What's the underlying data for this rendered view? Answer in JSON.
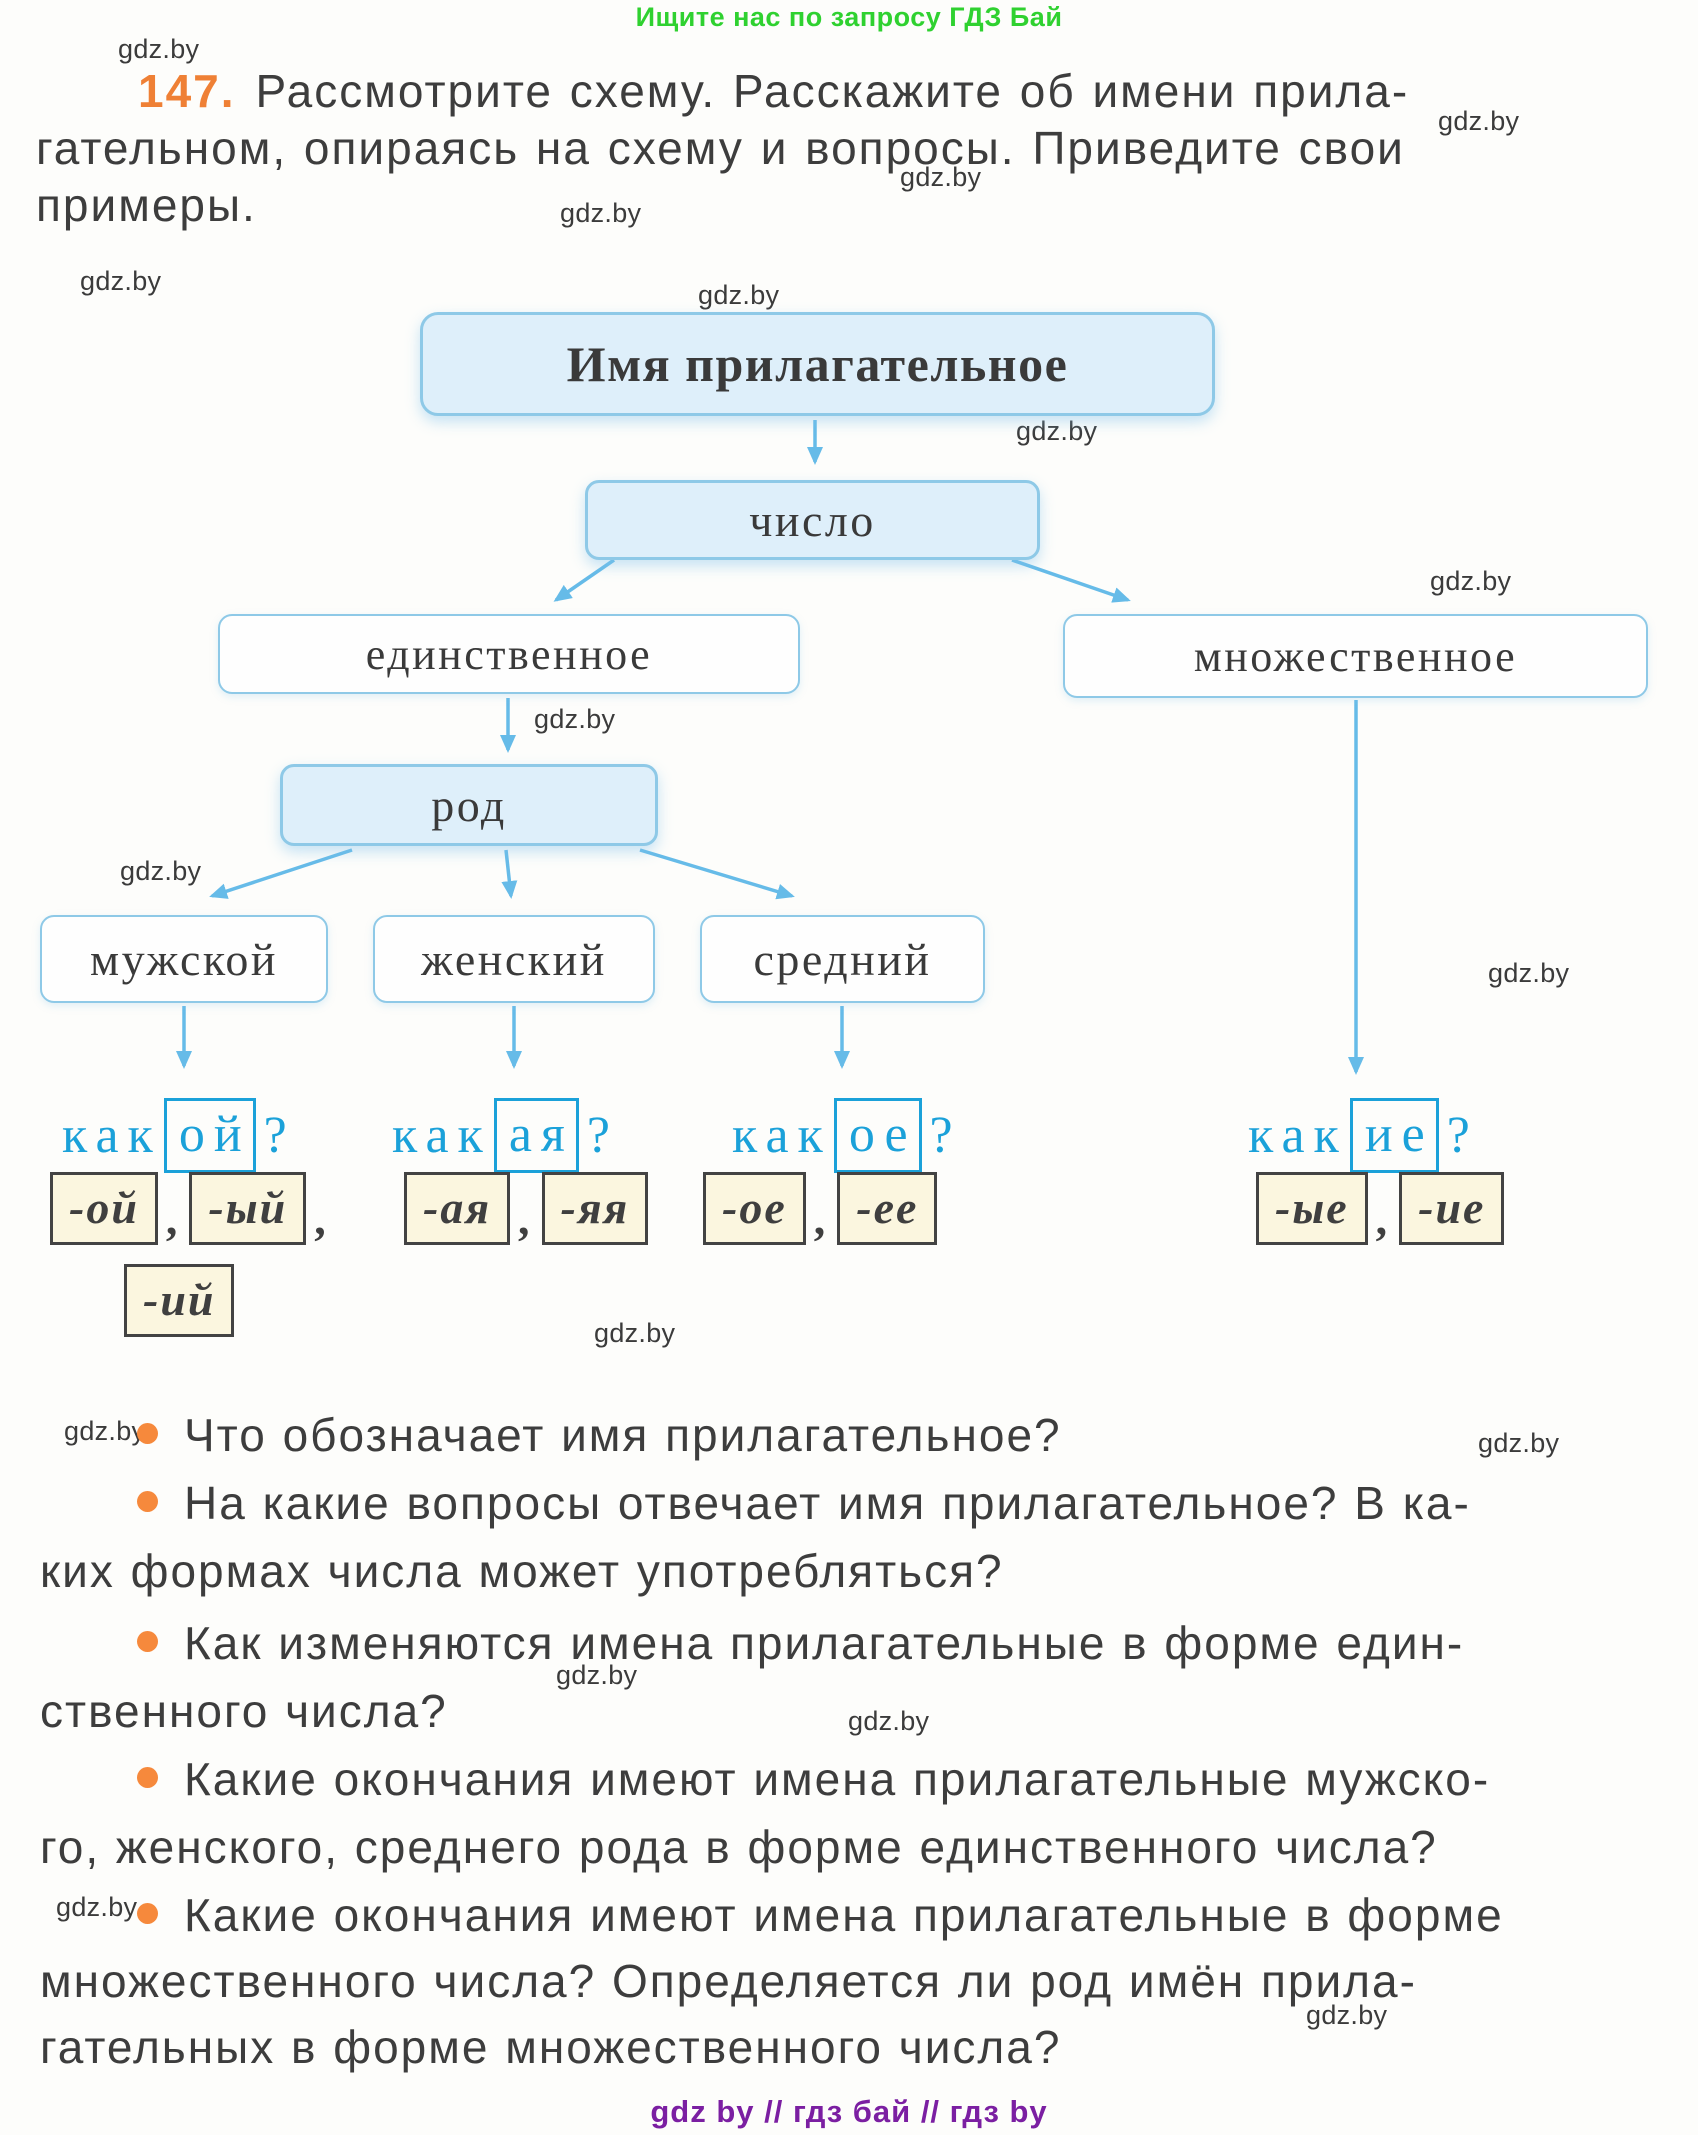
{
  "promo_header": {
    "text": "Ищите нас по запросу ГДЗ Бай",
    "color": "#2fd130"
  },
  "watermark": {
    "text": "gdz.by"
  },
  "exercise": {
    "number": "147.",
    "number_color": "#ef8035",
    "line1": "Рассмотрите схему. Расскажите об имени прила-",
    "line2": "гательном, опираясь на схему и вопросы. Приведите свои",
    "line3": "примеры."
  },
  "diagram": {
    "root": "Имя прилагательное",
    "number": "число",
    "singular": "единственное",
    "plural": "множественное",
    "gender": "род",
    "masculine": "мужской",
    "feminine": "женский",
    "neuter": "средний",
    "questions": {
      "masc": {
        "stem": "как",
        "ending": "ой",
        "qmark": "?"
      },
      "fem": {
        "stem": "как",
        "ending": "ая",
        "qmark": "?"
      },
      "neut": {
        "stem": "как",
        "ending": "ое",
        "qmark": "?"
      },
      "plur": {
        "stem": "как",
        "ending": "ие",
        "qmark": "?"
      }
    },
    "endings": {
      "comma": ",",
      "m1": "-ой",
      "m2": "-ый",
      "m3": "-ий",
      "f1": "-ая",
      "f2": "-яя",
      "n1": "-ое",
      "n2": "-ее",
      "p1": "-ые",
      "p2": "-ие"
    },
    "accent_blue": "#1ba1d9",
    "node_fill": "#deeffa",
    "node_border": "#8ec9e7",
    "ending_box_fill": "#fbf6df"
  },
  "questions_list": {
    "bullet_color": "#f6893c",
    "q1_l1": "Что обозначает имя прилагательное?",
    "q2_l1": "На какие вопросы отвечает имя прилагательное? В ка-",
    "q2_l2": "ких формах числа может употребляться?",
    "q3_l1": "Как изменяются имена прилагательные в форме един-",
    "q3_l2": "ственного числа?",
    "q4_l1": "Какие окончания имеют имена прилагательные мужско-",
    "q4_l2": "го, женского, среднего рода в форме единственного числа?",
    "q5_l1": "Какие окончания имеют имена прилагательные в форме",
    "q5_l2": "множественного числа? Определяется ли род имён прила-",
    "q5_l3": "гательных в форме множественного числа?"
  },
  "footer": {
    "text": "gdz by  //  гдз бай  //  гдз by",
    "color": "#7b1fa2"
  }
}
